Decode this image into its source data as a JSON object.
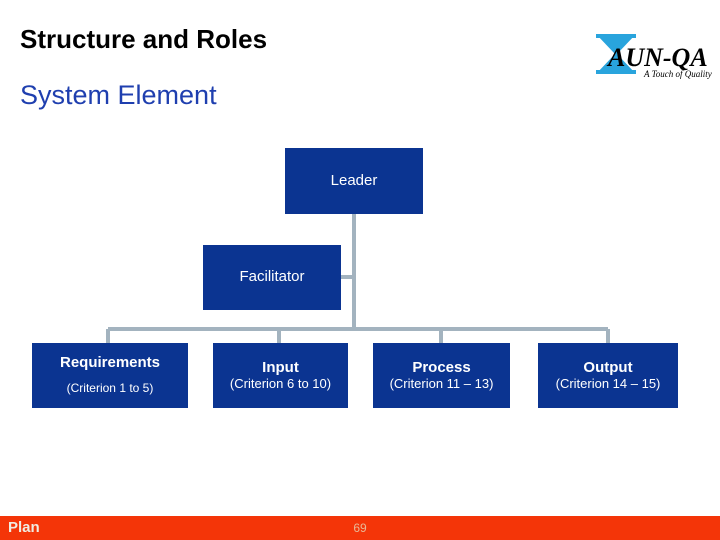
{
  "slide": {
    "title": "Structure and Roles",
    "subtitle": "System Element"
  },
  "logo": {
    "name": "aun-qa-logo",
    "wordmark": "AUN-QA",
    "tagline": "A Touch of Quality",
    "mark_color": "#29a4dd",
    "text_color": "#000000"
  },
  "colors": {
    "node_fill": "#0b3491",
    "node_text": "#ffffff",
    "connector": "#a3b3bf",
    "subtitle": "#1f3faf",
    "footer_bar": "#f43508",
    "footer_text": "#f0ece2",
    "page_number_text": "#e8b896"
  },
  "chart": {
    "type": "org-chart",
    "nodes": [
      {
        "id": "leader",
        "title": "Leader",
        "sub": ""
      },
      {
        "id": "facilitator",
        "title": "Facilitator",
        "sub": ""
      },
      {
        "id": "requirements",
        "title": "Requirements",
        "sub": "(Criterion 1 to 5)"
      },
      {
        "id": "input",
        "title": "Input",
        "sub": "(Criterion 6 to 10)"
      },
      {
        "id": "process",
        "title": "Process",
        "sub": "(Criterion 11 – 13)"
      },
      {
        "id": "output",
        "title": "Output",
        "sub": "(Criterion 14 – 15)"
      }
    ]
  },
  "footer": {
    "label": "Plan",
    "page_number": "69"
  }
}
